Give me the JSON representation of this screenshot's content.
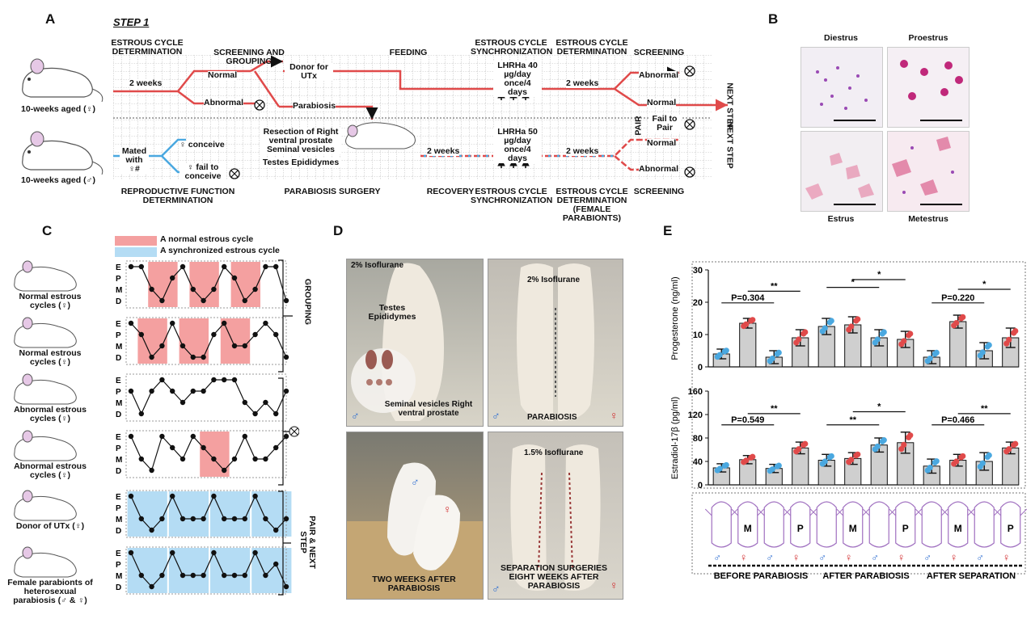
{
  "panels": {
    "A": "A",
    "B": "B",
    "C": "C",
    "D": "D",
    "E": "E"
  },
  "panelA": {
    "step": "STEP 1",
    "female_rat_label": "10-weeks aged (♀)",
    "male_rat_label": "10-weeks aged (♂)",
    "top_headers": [
      "ESTROUS CYCLE DETERMINATION",
      "SCREENING AND GROUPING",
      "FEEDING",
      "ESTROUS CYCLE SYNCHRONIZATION",
      "ESTROUS CYCLE DETERMINATION",
      "SCREENING"
    ],
    "bottom_headers": [
      "REPRODUCTIVE FUNCTION DETERMINATION",
      "PARABIOSIS SURGERY",
      "RECOVERY",
      "ESTROUS CYCLE SYNCHRONIZATION",
      "ESTROUS CYCLE DETERMINATION (FEMALE PARABIONTS)",
      "SCREENING"
    ],
    "two_weeks": "2 weeks",
    "normal": "Normal",
    "abnormal": "Abnormal",
    "donor": "Donor for UTx",
    "parabiosis": "Parabiosis",
    "lhrha_top": "LHRHa 40 µg/day once/4 days",
    "lhrha_bottom": "LHRHa 50 µg/day once/4 days",
    "mated": "Mated with ♀#",
    "conceive": "♀ conceive",
    "fail_conceive": "♀ fail to conceive",
    "resection": "Resection of Right ventral prostate Seminal vesicles",
    "testes": "Testes Epididymes",
    "pair": "PAIR",
    "fail_pair": "Fail to Pair",
    "next_step": "NEXT STEP"
  },
  "panelB": {
    "labels": [
      "Diestrus",
      "Proestrus",
      "Estrus",
      "Metestrus"
    ]
  },
  "panelC": {
    "legend_normal": "A normal estrous cycle",
    "legend_sync": "A synchronized estrous cycle",
    "stage_letters": [
      "E",
      "P",
      "M",
      "D"
    ],
    "rows": [
      {
        "label": "Normal estrous cycles (♀)",
        "stages": [
          3,
          3,
          1,
          0,
          2,
          3,
          1,
          0,
          1,
          3,
          2,
          0,
          1,
          3,
          3,
          0
        ],
        "highlight": "normal",
        "hl_ranges": [
          [
            2,
            5
          ],
          [
            6,
            9
          ],
          [
            10,
            13
          ]
        ]
      },
      {
        "label": "Normal estrous cycles (♀)",
        "stages": [
          3,
          2,
          0,
          1,
          3,
          1,
          0,
          0,
          2,
          3,
          1,
          1,
          2,
          3,
          2,
          0
        ],
        "highlight": "normal",
        "hl_ranges": [
          [
            1,
            4
          ],
          [
            5,
            8
          ],
          [
            9,
            12
          ]
        ]
      },
      {
        "label": "Abnormal estrous cycles (♀)",
        "stages": [
          2,
          0,
          2,
          3,
          2,
          1,
          2,
          2,
          3,
          3,
          3,
          1,
          0,
          1,
          0,
          2
        ],
        "highlight": "none",
        "hl_ranges": []
      },
      {
        "label": "Abnormal estrous cycles (♀)",
        "stages": [
          3,
          1,
          0,
          3,
          2,
          1,
          3,
          2,
          1,
          0,
          1,
          3,
          1,
          1,
          2,
          3
        ],
        "highlight": "normal",
        "hl_ranges": [
          [
            7,
            10
          ]
        ]
      },
      {
        "label": "Donor of UTx (♀)",
        "stages": [
          3,
          1,
          0,
          1,
          3,
          1,
          1,
          1,
          3,
          1,
          1,
          1,
          3,
          1,
          0,
          1
        ],
        "highlight": "sync",
        "hl_ranges": [
          [
            0,
            4
          ],
          [
            4,
            8
          ],
          [
            8,
            12
          ],
          [
            12,
            16
          ]
        ]
      },
      {
        "label": "Female parabionts of heterosexual parabiosis (♂ & ♀)",
        "stages": [
          3,
          1,
          0,
          1,
          3,
          1,
          1,
          1,
          3,
          1,
          1,
          1,
          3,
          1,
          2,
          0
        ],
        "highlight": "sync",
        "hl_ranges": [
          [
            0,
            4
          ],
          [
            4,
            8
          ],
          [
            8,
            12
          ],
          [
            12,
            16
          ]
        ]
      }
    ],
    "grouping": "GROUPING",
    "pair_next": "PAIR & NEXT STEP"
  },
  "panelD": {
    "photo1": {
      "top": "2% Isoflurane",
      "mid": "Testes Epididymes",
      "bottom": "Seminal vesicles Right ventral prostate",
      "sym": "♂"
    },
    "photo2": {
      "top": "2% Isoflurane",
      "bottom": "PARABIOSIS",
      "sym_l": "♂",
      "sym_r": "♀"
    },
    "photo3": {
      "bottom": "TWO WEEKS AFTER PARABIOSIS",
      "sym_m": "♂",
      "sym_f": "♀"
    },
    "photo4": {
      "top": "1.5% Isoflurane",
      "bottom": "SEPARATION SURGERIES EIGHT WEEKS AFTER PARABIOSIS",
      "sym_l": "♂",
      "sym_r": "♀"
    }
  },
  "chart_data": [
    {
      "type": "bar",
      "ylabel": "Progesterone (ng/ml)",
      "ylim": [
        0,
        30
      ],
      "yticks": [
        0,
        10,
        20,
        30
      ],
      "values": [
        4,
        13.5,
        3,
        9,
        12.5,
        13,
        9,
        8.5,
        3,
        14,
        5,
        9
      ],
      "errors": [
        1.5,
        1.5,
        2,
        2.5,
        2.5,
        2.5,
        2.5,
        2.5,
        2,
        2,
        2.5,
        3
      ],
      "group_colors": [
        "#4aa8e0",
        "#e04a4a",
        "#4aa8e0",
        "#e04a4a",
        "#4aa8e0",
        "#e04a4a",
        "#4aa8e0",
        "#e04a4a",
        "#4aa8e0",
        "#e04a4a",
        "#4aa8e0",
        "#e04a4a"
      ],
      "annotations": [
        "P=0.304",
        "**",
        "*",
        "*",
        "P=0.220",
        "*"
      ]
    },
    {
      "type": "bar",
      "ylabel": "Estradiol-17β (pg/ml)",
      "ylim": [
        0,
        160
      ],
      "yticks": [
        0,
        40,
        80,
        120,
        160
      ],
      "values": [
        29,
        43,
        28,
        63,
        42,
        45,
        68,
        72,
        32,
        42,
        40,
        63
      ],
      "errors": [
        7,
        7,
        7,
        10,
        10,
        10,
        12,
        18,
        12,
        10,
        15,
        10
      ],
      "group_colors": [
        "#4aa8e0",
        "#e04a4a",
        "#4aa8e0",
        "#e04a4a",
        "#4aa8e0",
        "#e04a4a",
        "#4aa8e0",
        "#e04a4a",
        "#4aa8e0",
        "#e04a4a",
        "#4aa8e0",
        "#e04a4a"
      ],
      "annotations": [
        "P=0.549",
        "**",
        "**",
        "*",
        "P=0.466",
        "**"
      ]
    }
  ],
  "panelE_bottom": {
    "letters": [
      "",
      "M",
      "",
      "P",
      "",
      "M",
      "",
      "P",
      "",
      "M",
      "",
      "P"
    ],
    "sexes": [
      "♂",
      "♀",
      "♂",
      "♀",
      "♂",
      "♀",
      "♂",
      "♀",
      "♂",
      "♀",
      "♂",
      "♀"
    ],
    "periods": [
      "BEFORE PARABIOSIS",
      "AFTER PARABIOSIS",
      "AFTER SEPARATION"
    ]
  }
}
